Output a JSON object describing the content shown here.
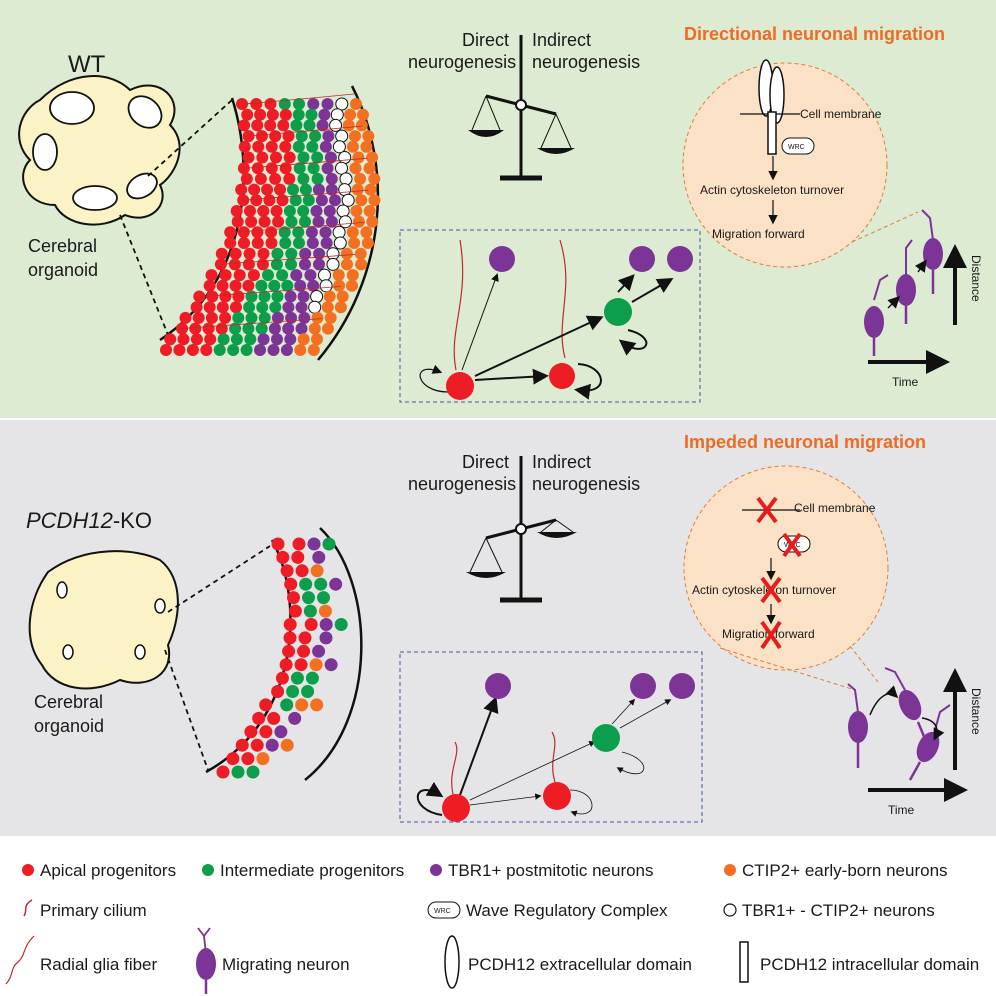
{
  "colors": {
    "wt_panel": "#ddebd2",
    "ko_panel": "#e5e5e7",
    "apical": "#ee1c25",
    "intermediate": "#0c9e4a",
    "tbr1": "#7c3596",
    "ctip2": "#f37021",
    "orange_title": "#f26a21",
    "organoid_fill": "#fbf3c6",
    "zoom_fill": "#fbe1c5"
  },
  "wt": {
    "label": "WT",
    "organoid_line1": "Cerebral",
    "organoid_line2": "organoid",
    "direct_line1": "Direct",
    "direct_line2": "neurogenesis",
    "indirect_line1": "Indirect",
    "indirect_line2": "neurogenesis",
    "title": "Directional neuronal migration",
    "cell_membrane": "Cell membrane",
    "wrc": "WRC",
    "actin": "Actin cytoskeleton turnover",
    "migration": "Migration forward",
    "distance": "Distance",
    "time": "Time"
  },
  "ko": {
    "label_gene": "PCDH12",
    "label_suffix": "-KO",
    "organoid_line1": "Cerebral",
    "organoid_line2": "organoid",
    "direct_line1": "Direct",
    "direct_line2": "neurogenesis",
    "indirect_line1": "Indirect",
    "indirect_line2": "neurogenesis",
    "title": "Impeded neuronal migration",
    "cell_membrane": "Cell membrane",
    "wrc": "WRC",
    "actin": "Actin cytoskeleton turnover",
    "migration": "Migration forward",
    "distance": "Distance",
    "time": "Time"
  },
  "legend": {
    "apical": "Apical progenitors",
    "intermediate": "Intermediate progenitors",
    "tbr1": "TBR1+ postmitotic neurons",
    "ctip2": "CTIP2+ early-born neurons",
    "cilium": "Primary cilium",
    "wrc_box": "WRC",
    "wrc": "Wave Regulatory Complex",
    "double": "TBR1+ - CTIP2+ neurons",
    "fiber": "Radial glia fiber",
    "migrating": "Migrating neuron",
    "extra": "PCDH12 extracellular domain",
    "intra": "PCDH12 intracellular domain"
  }
}
